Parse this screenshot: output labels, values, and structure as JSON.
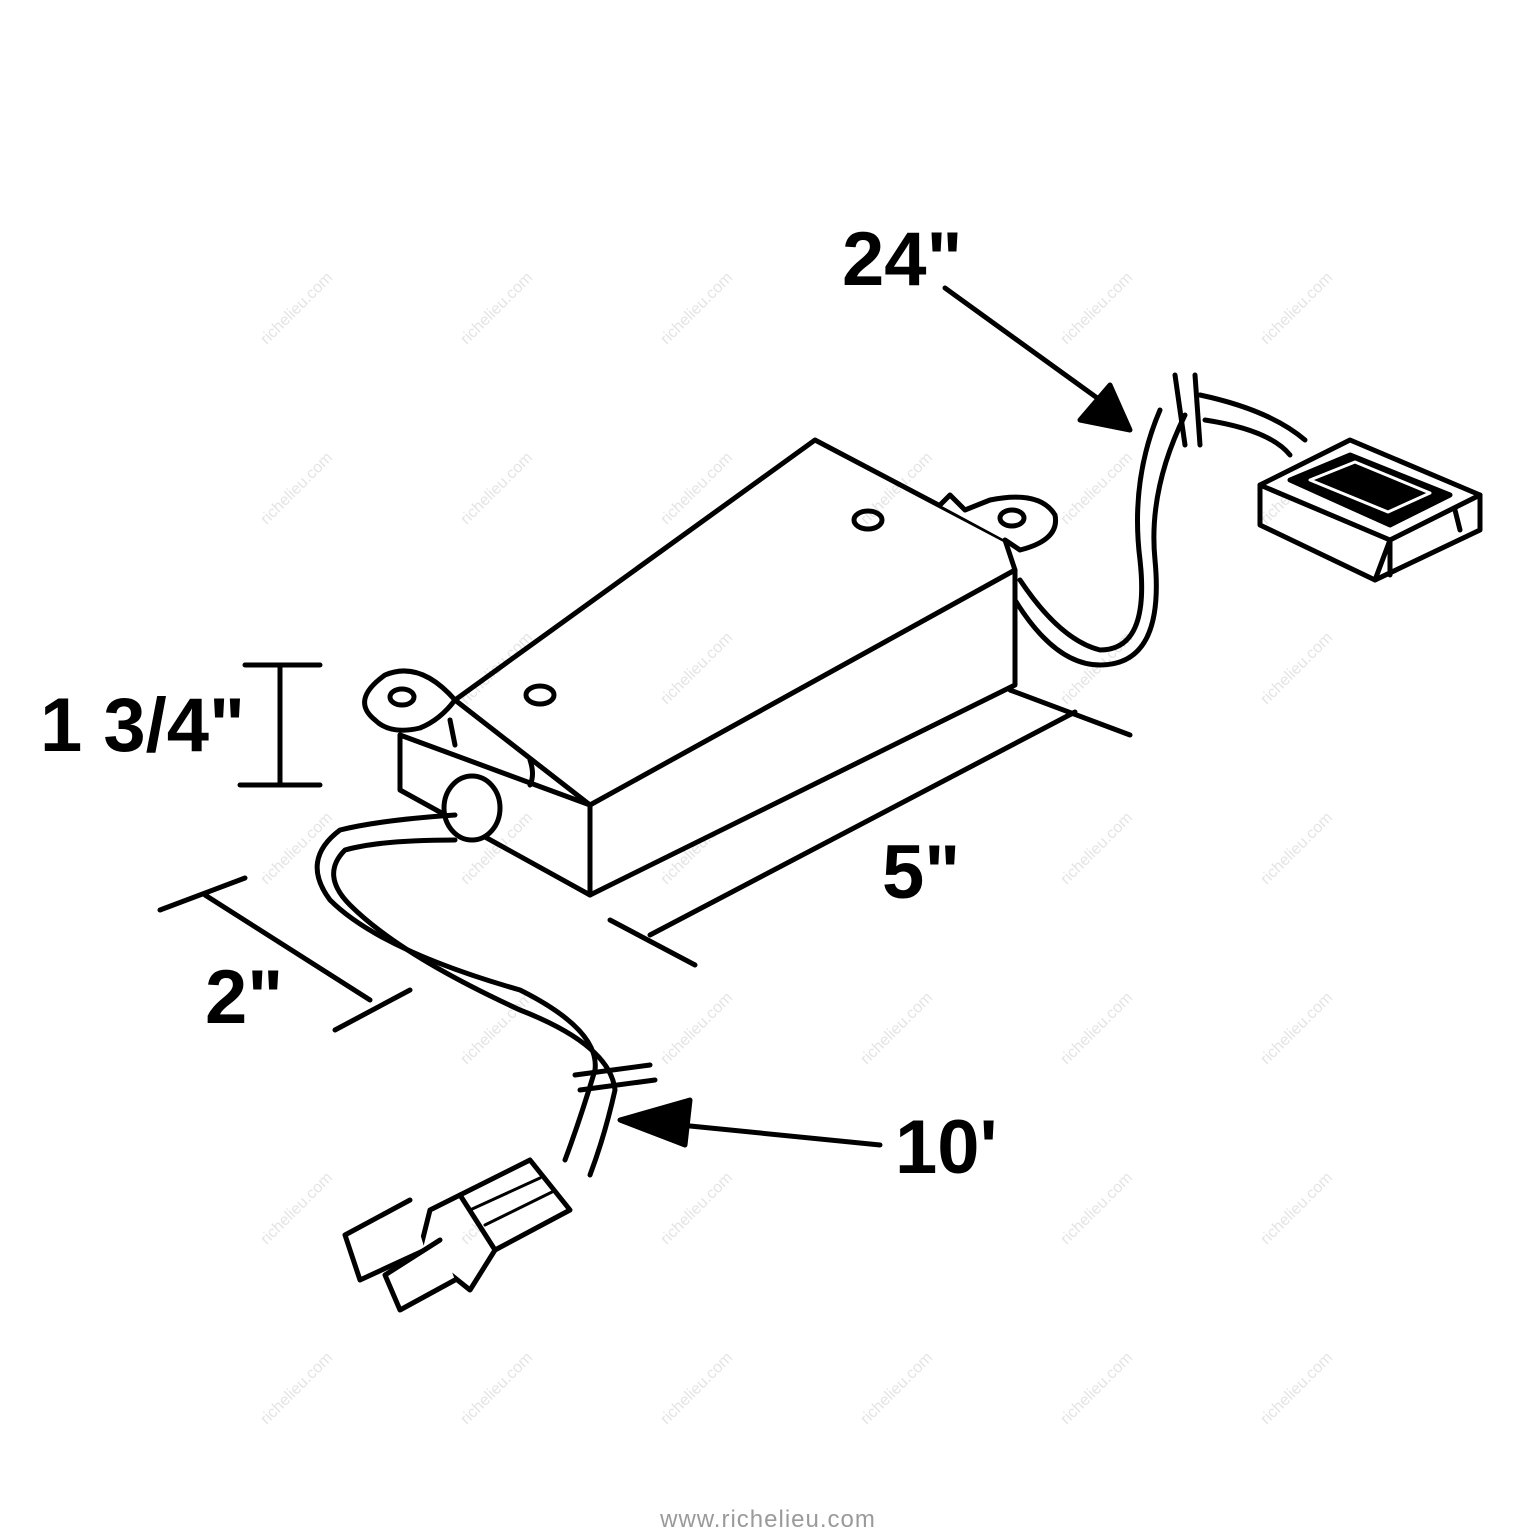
{
  "dimensions": {
    "cord_length_output": "24\"",
    "height": "1 3/4\"",
    "length": "5\"",
    "width": "2\"",
    "cord_length_input": "10'"
  },
  "footer": {
    "website": "www.richelieu.com"
  },
  "watermark": "richelieu.com",
  "colors": {
    "line": "#000000",
    "background": "#ffffff",
    "footer_text": "#9a9a9a"
  }
}
